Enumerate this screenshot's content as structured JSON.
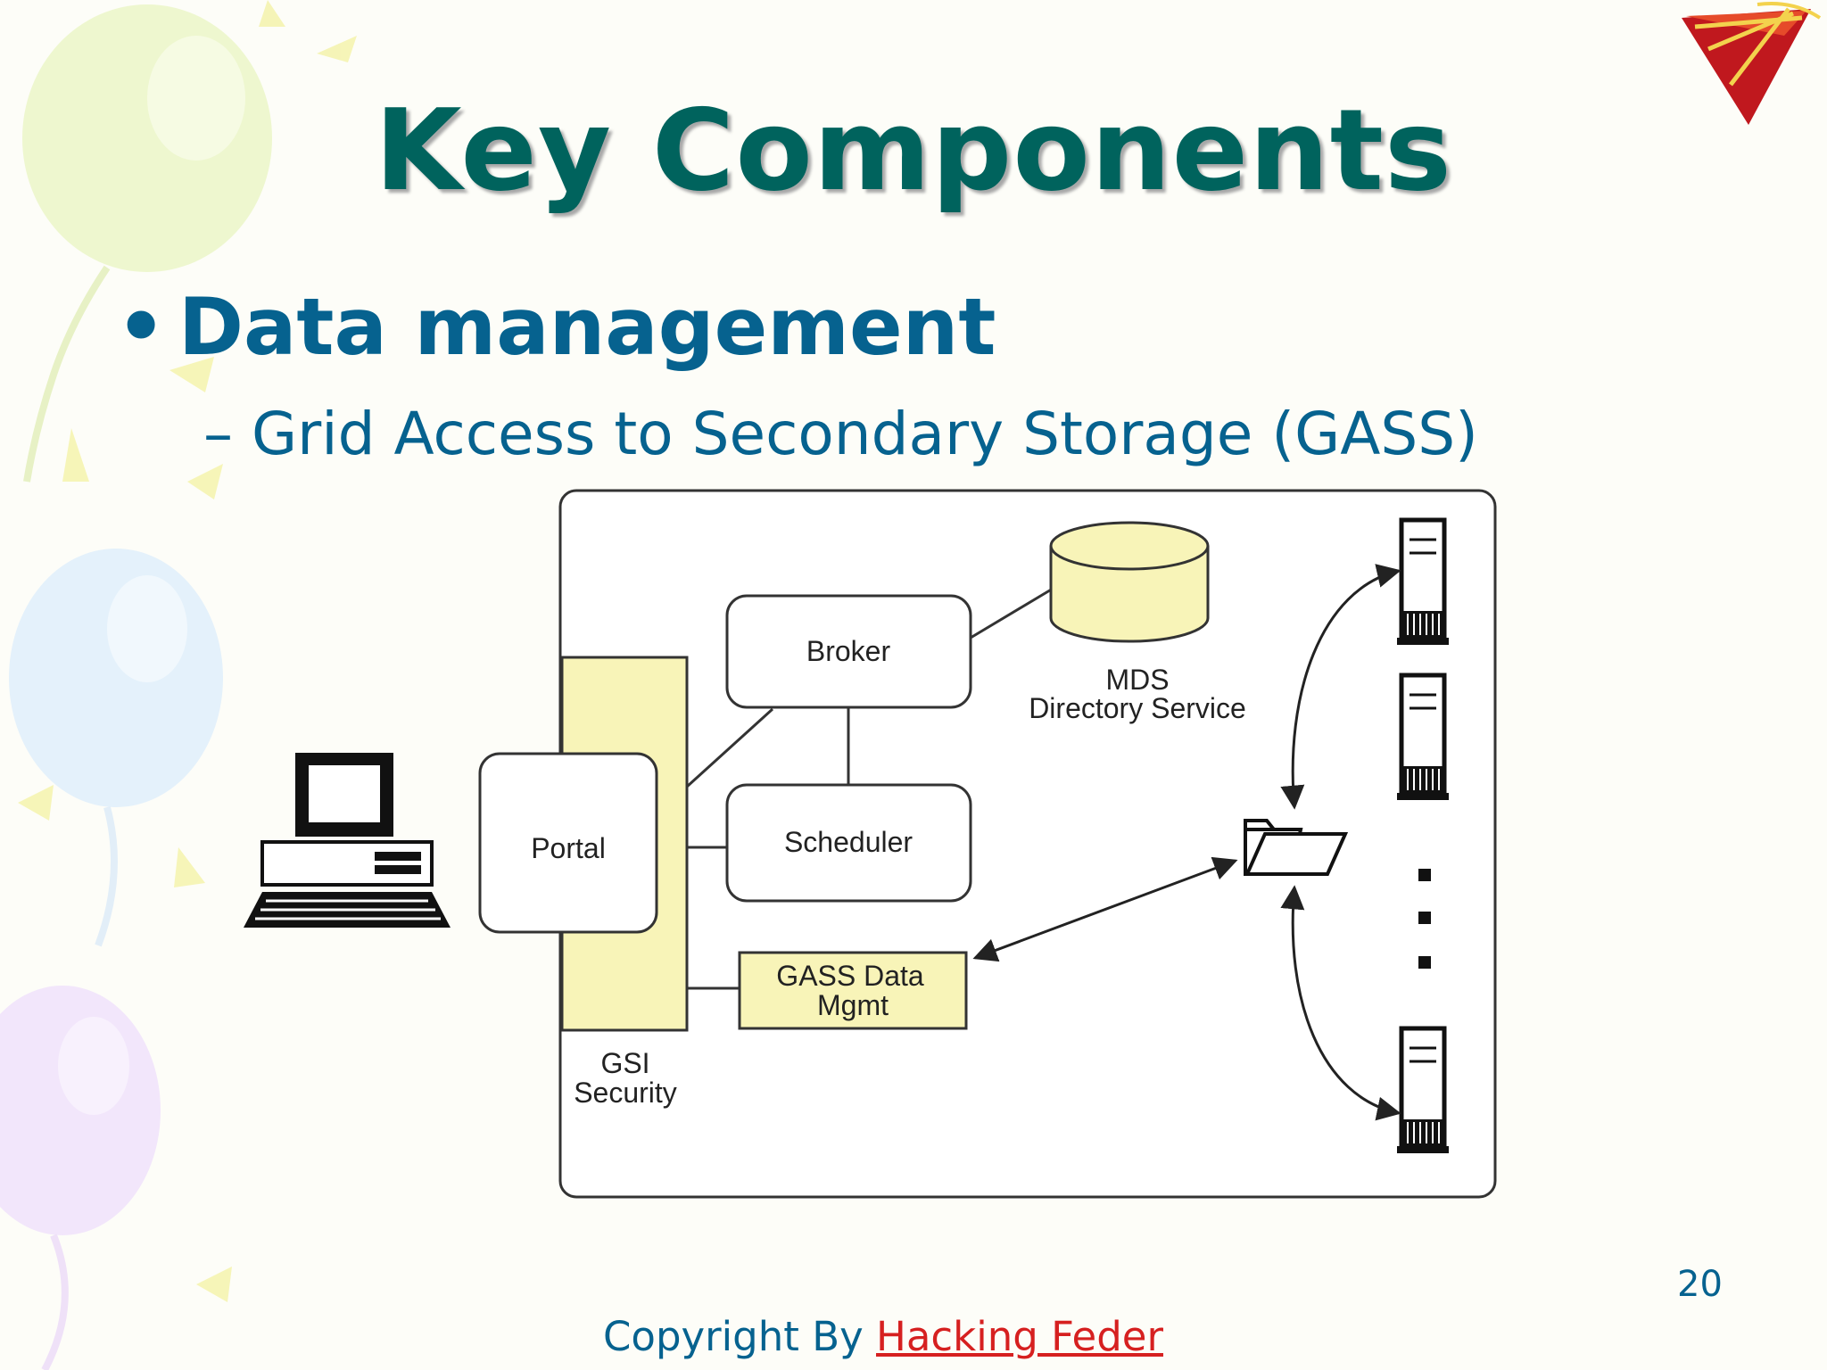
{
  "slide": {
    "title": "Key Components",
    "bullet": "Data management",
    "bullet_marker": "•",
    "subbullet": "– Grid Access to Secondary Storage (GASS)",
    "page_number": "20",
    "footer_prefix": "Copyright By",
    "footer_link": "Hacking Feder"
  },
  "diagram": {
    "broker": "Broker",
    "scheduler": "Scheduler",
    "portal": "Portal",
    "gass_line1": "GASS Data",
    "gass_line2": "Mgmt",
    "mds_line1": "MDS",
    "mds_line2": "Directory Service",
    "gsi_line1": "GSI",
    "gsi_line2": "Security"
  },
  "colors": {
    "title": "#00635d",
    "text": "#06628f",
    "link": "#d62020",
    "highlight_fill": "#f8f4b8"
  },
  "icons": [
    "workstation-icon",
    "database-icon",
    "folder-icon",
    "server-icon",
    "logo-icon",
    "balloon-decoration"
  ]
}
